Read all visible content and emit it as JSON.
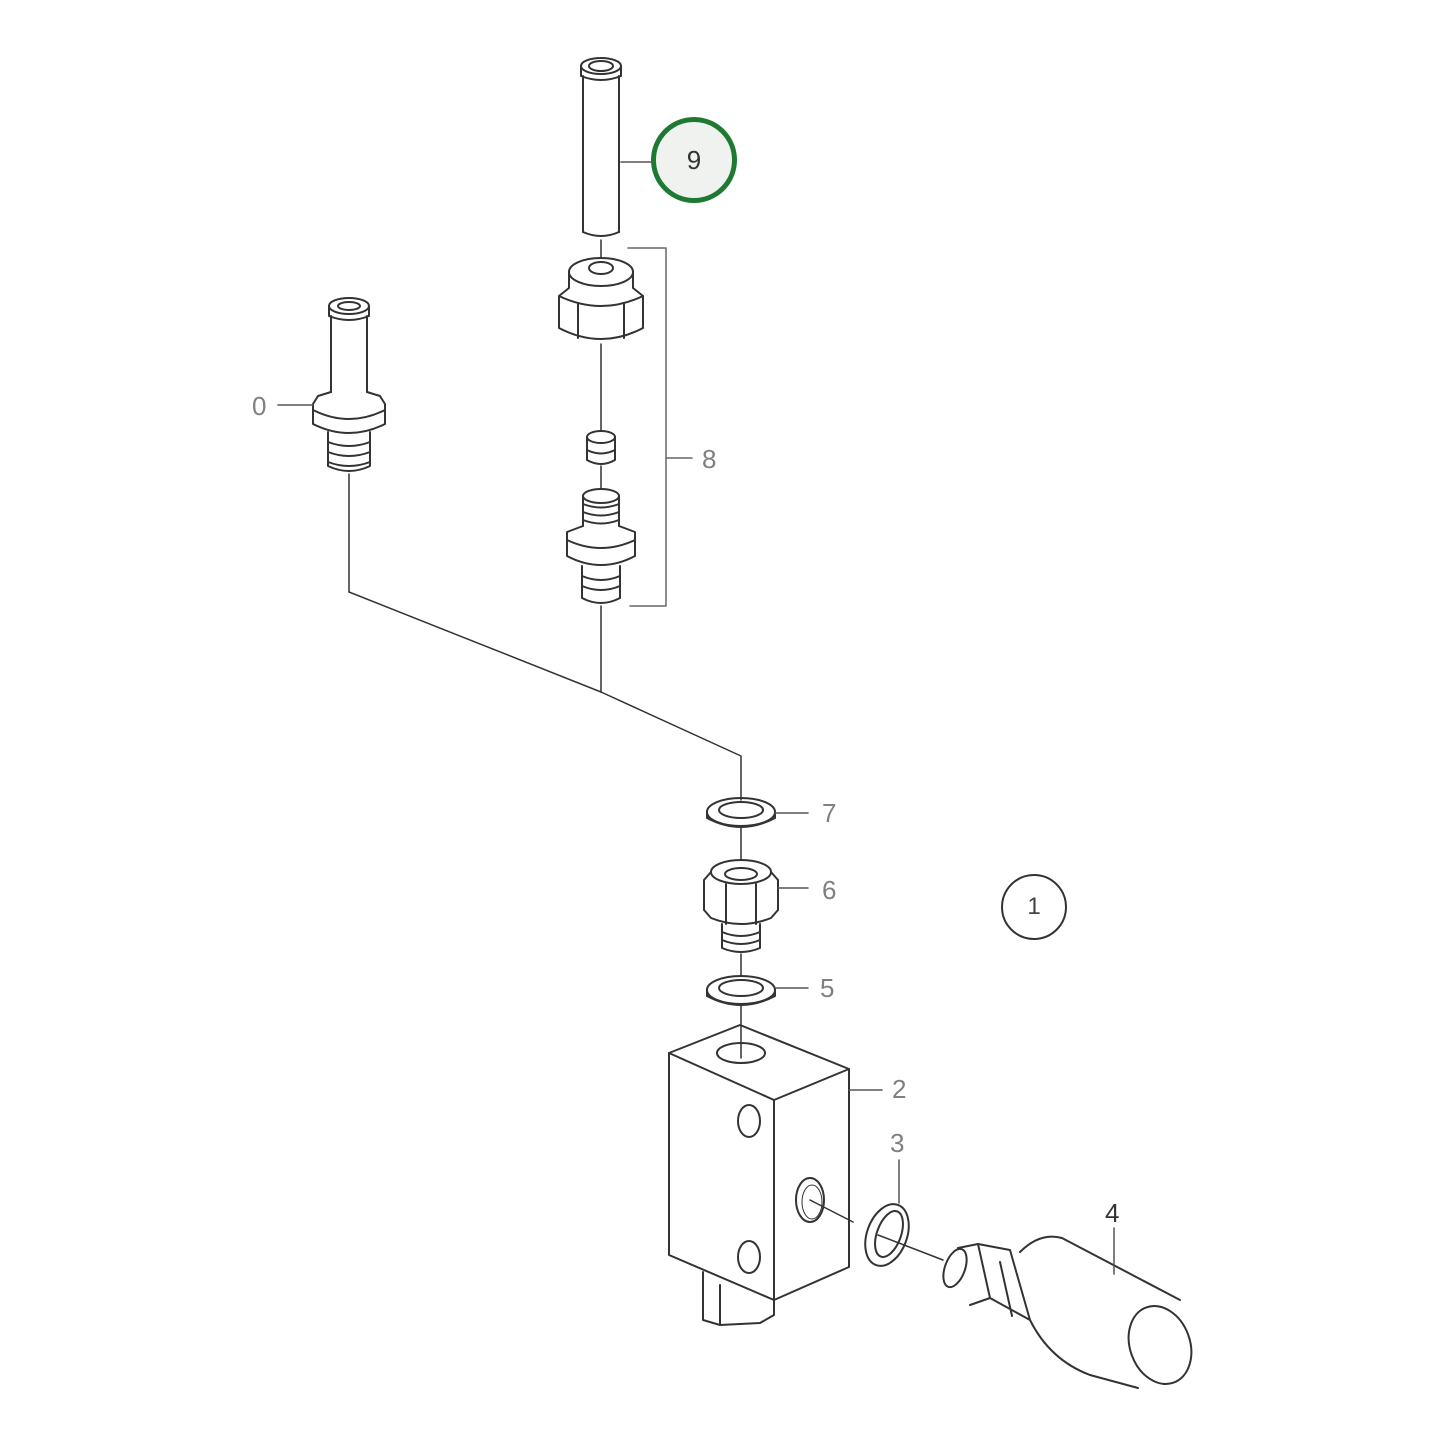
{
  "diagram": {
    "type": "exploded-parts-diagram",
    "highlight_color": "#1e7a32",
    "line_color": "#333333",
    "label_color": "#808080",
    "assembly_callout": "1",
    "highlighted_part": "9",
    "parts": [
      {
        "id": "0",
        "label": "0",
        "description": "Hose nipple fitting with hex and thread"
      },
      {
        "id": "1",
        "label": "1",
        "description": "Assembly reference (circled)"
      },
      {
        "id": "2",
        "label": "2",
        "description": "Valve block"
      },
      {
        "id": "3",
        "label": "3",
        "description": "Sealing washer"
      },
      {
        "id": "4",
        "label": "4",
        "description": "Sensor / plug"
      },
      {
        "id": "5",
        "label": "5",
        "description": "Sealing washer"
      },
      {
        "id": "6",
        "label": "6",
        "description": "Hex adapter"
      },
      {
        "id": "7",
        "label": "7",
        "description": "Sealing washer"
      },
      {
        "id": "8",
        "label": "8",
        "description": "Compression fitting kit (nut, olive, union)"
      },
      {
        "id": "9",
        "label": "9",
        "description": "Pipe (highlighted)"
      }
    ]
  }
}
